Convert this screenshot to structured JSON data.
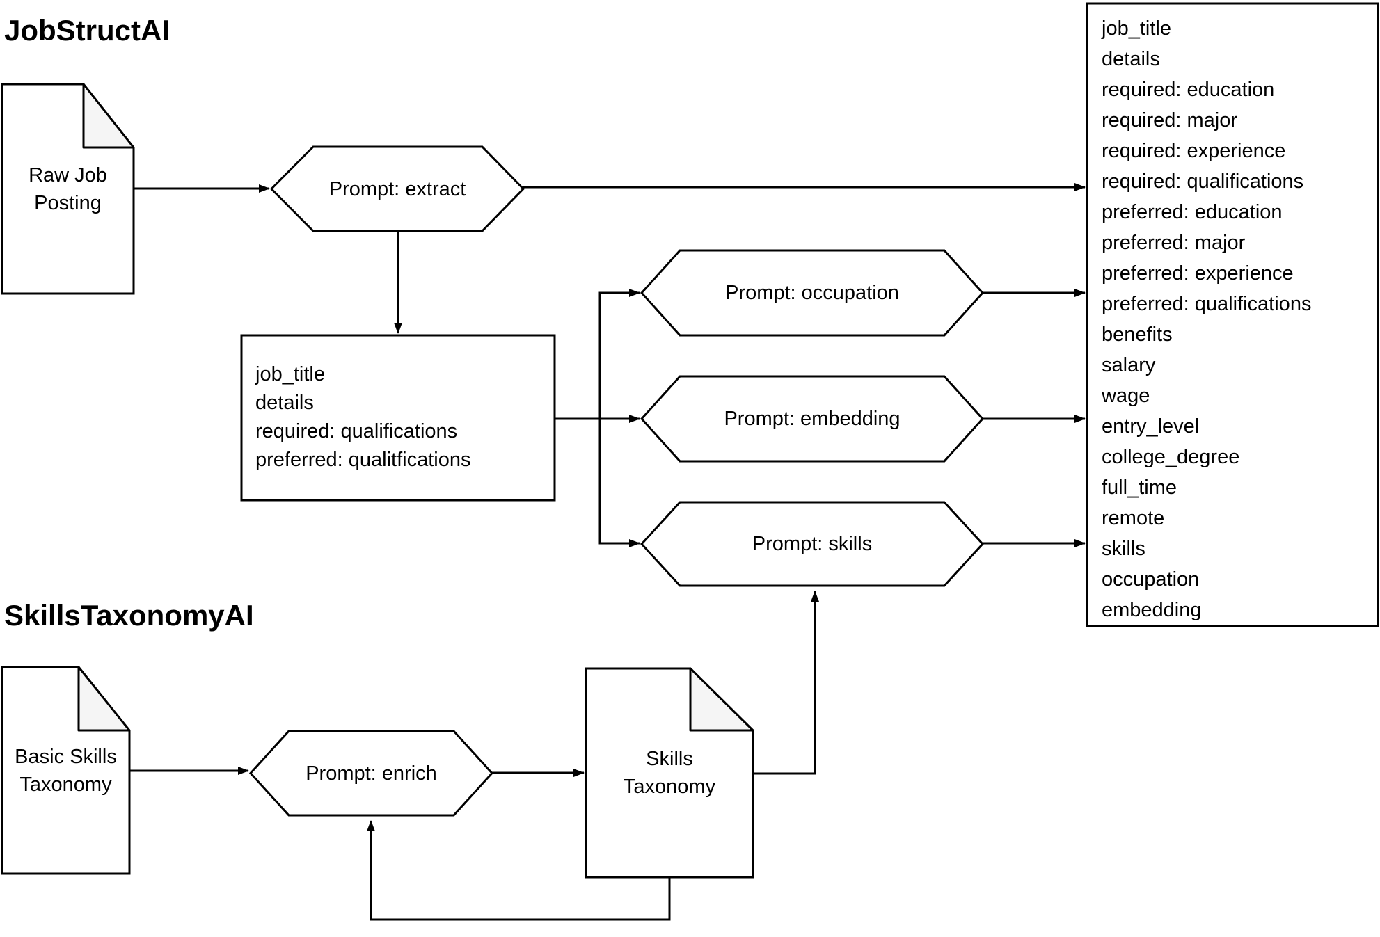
{
  "sections": {
    "jobstruct_title": "JobStructAI",
    "skillstaxonomy_title": "SkillsTaxonomyAI"
  },
  "nodes": {
    "raw_job_posting": {
      "type": "document",
      "lines": [
        "Raw Job",
        "Posting"
      ]
    },
    "prompt_extract": {
      "type": "prompt-hexagon",
      "label": "Prompt: extract"
    },
    "extracted_fields": {
      "type": "box",
      "fields": [
        "job_title",
        "details",
        "required: qualifications",
        "preferred: qualitfications"
      ]
    },
    "prompt_occupation": {
      "type": "prompt-hexagon",
      "label": "Prompt: occupation"
    },
    "prompt_embedding": {
      "type": "prompt-hexagon",
      "label": "Prompt: embedding"
    },
    "prompt_skills": {
      "type": "prompt-hexagon",
      "label": "Prompt: skills"
    },
    "job_record": {
      "type": "box",
      "fields": [
        "job_title",
        "details",
        "required: education",
        "required: major",
        "required: experience",
        "required: qualifications",
        "preferred: education",
        "preferred: major",
        "preferred: experience",
        "preferred: qualifications",
        "benefits",
        "salary",
        "wage",
        "entry_level",
        "college_degree",
        "full_time",
        "remote",
        "skills",
        "occupation",
        "embedding"
      ]
    },
    "basic_skills_taxonomy": {
      "type": "document",
      "lines": [
        "Basic Skills",
        "Taxonomy"
      ]
    },
    "prompt_enrich": {
      "type": "prompt-hexagon",
      "label": "Prompt: enrich"
    },
    "skills_taxonomy": {
      "type": "document",
      "lines": [
        "Skills",
        "Taxonomy"
      ]
    }
  },
  "colors": {
    "stroke": "#000000",
    "shape_fill": "#ffffff",
    "fold_fill": "#f5f5f5",
    "background": "#ffffff"
  }
}
